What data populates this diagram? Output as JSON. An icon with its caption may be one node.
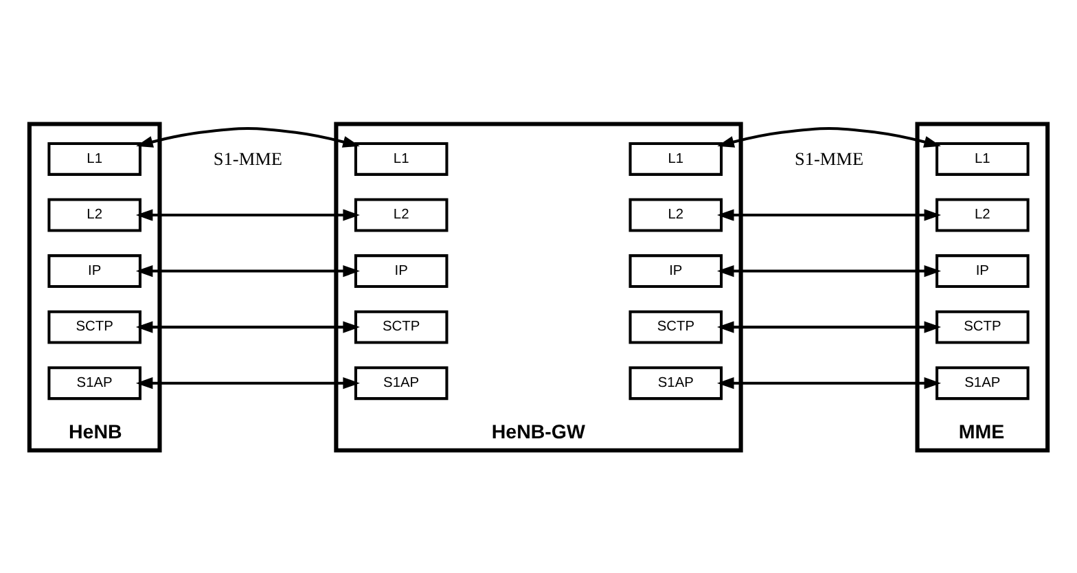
{
  "diagram": {
    "nodes": [
      {
        "text": [
          "HeNB"
        ]
      },
      {
        "text": [
          "S1AP"
        ],
        "in": 0
      },
      {
        "text": [
          "SCTP"
        ],
        "in": 0
      },
      {
        "text": [
          "IP"
        ],
        "in": 0
      },
      {
        "text": [
          "L2"
        ],
        "in": 0
      },
      {
        "text": [
          "L1"
        ],
        "in": 0
      },
      {
        "text": [
          "HeNB-GW"
        ]
      },
      {
        "text": [
          "S1AP"
        ],
        "in": 6
      },
      {
        "text": [
          "SCTP"
        ],
        "in": 6
      },
      {
        "text": [
          "IP"
        ],
        "in": 6
      },
      {
        "text": [
          "L2"
        ],
        "in": 6
      },
      {
        "text": [
          "L1"
        ],
        "in": 6
      },
      {
        "text": [
          "S1AP"
        ],
        "in": 6
      },
      {
        "text": [
          "SCTP"
        ],
        "in": 6
      },
      {
        "text": [
          "IP"
        ],
        "in": 6
      },
      {
        "text": [
          "L2"
        ],
        "in": 6
      },
      {
        "text": [
          "L1"
        ],
        "in": 6
      },
      {
        "text": [
          "MME"
        ]
      },
      {
        "text": [
          "S1AP"
        ],
        "in": 17
      },
      {
        "text": [
          "SCTP"
        ],
        "in": 17
      },
      {
        "text": [
          "IP"
        ],
        "in": 17
      },
      {
        "text": [
          "L2"
        ],
        "in": 17
      },
      {
        "text": [
          "L1"
        ],
        "in": 17
      }
    ],
    "edges": [
      {
        "from": 1,
        "to": 7,
        "arrow": "both"
      },
      {
        "from": 2,
        "to": 8,
        "arrow": "both"
      },
      {
        "from": 3,
        "to": 9,
        "arrow": "both"
      },
      {
        "from": 4,
        "to": 10,
        "arrow": "both"
      },
      {
        "from": 5,
        "to": 11,
        "arrow": "both"
      },
      {
        "from": 12,
        "to": 18,
        "arrow": "both"
      },
      {
        "from": 13,
        "to": 19,
        "arrow": "both"
      },
      {
        "from": 14,
        "to": 20,
        "arrow": "both"
      },
      {
        "from": 15,
        "to": 21,
        "arrow": "both"
      },
      {
        "from": 16,
        "to": 22,
        "arrow": "both"
      }
    ],
    "labels": [
      "S1-MME",
      "S1-MME"
    ]
  }
}
